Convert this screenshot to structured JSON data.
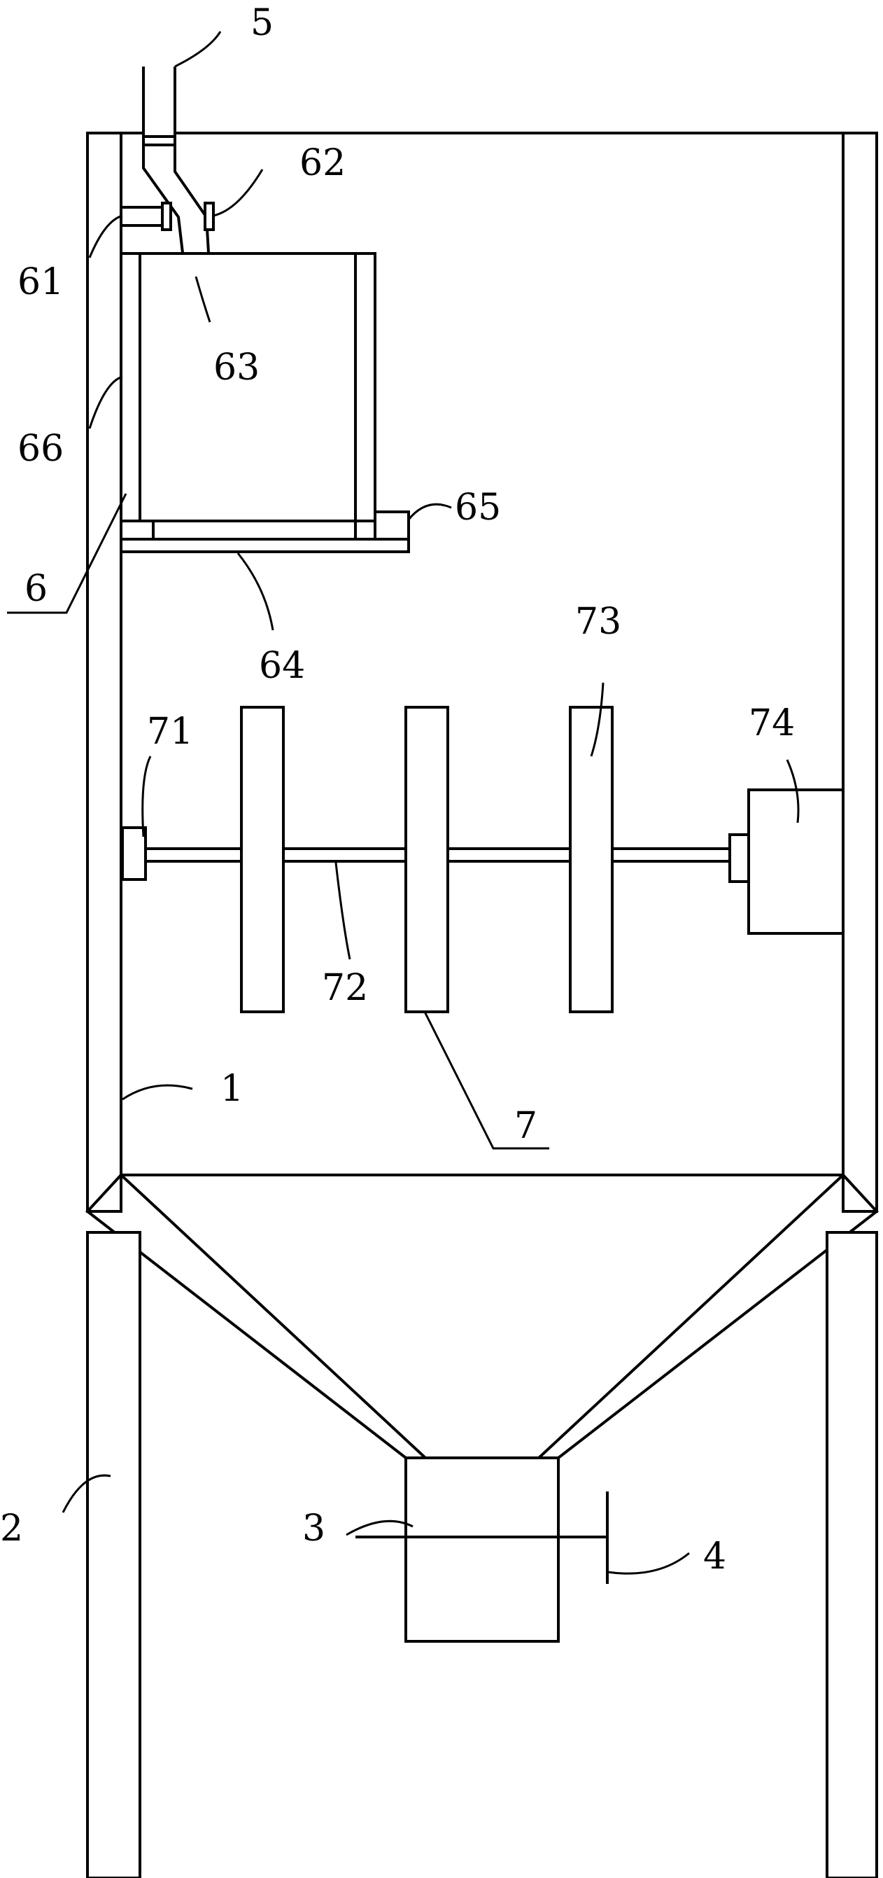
{
  "labels": {
    "l1": "1",
    "l2": "2",
    "l3": "3",
    "l4": "4",
    "l5": "5",
    "l6": "6",
    "l7": "7",
    "l61": "61",
    "l62": "62",
    "l63": "63",
    "l64": "64",
    "l65": "65",
    "l66": "66",
    "l71": "71",
    "l72": "72",
    "l73": "73",
    "l74": "74"
  },
  "colors": {
    "stroke": "#000000",
    "background": "#ffffff"
  }
}
